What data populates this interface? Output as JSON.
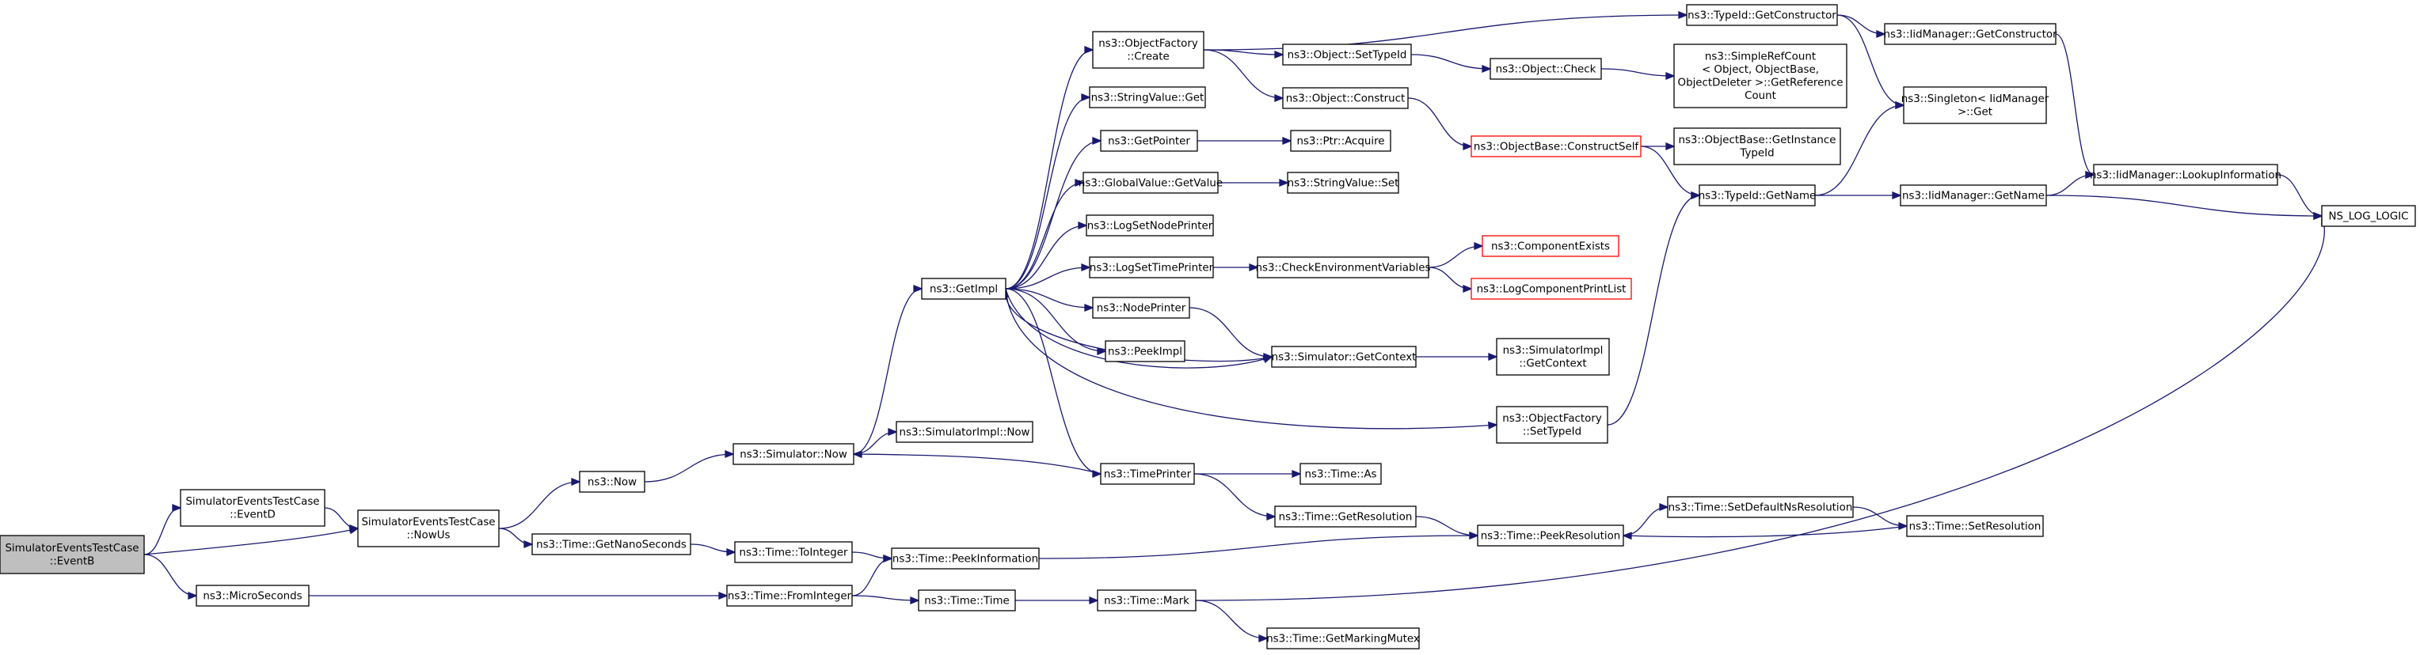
{
  "nodes": [
    {
      "id": "eventB",
      "lines": [
        "SimulatorEventsTestCase",
        "::EventB"
      ],
      "style": "root"
    },
    {
      "id": "eventD",
      "lines": [
        "SimulatorEventsTestCase",
        "::EventD"
      ]
    },
    {
      "id": "nowUs",
      "lines": [
        "SimulatorEventsTestCase",
        "::NowUs"
      ]
    },
    {
      "id": "microSeconds",
      "lines": [
        "ns3::MicroSeconds"
      ]
    },
    {
      "id": "now",
      "lines": [
        "ns3::Now"
      ]
    },
    {
      "id": "getNanoSeconds",
      "lines": [
        "ns3::Time::GetNanoSeconds"
      ]
    },
    {
      "id": "simNow",
      "lines": [
        "ns3::Simulator::Now"
      ]
    },
    {
      "id": "toInteger",
      "lines": [
        "ns3::Time::ToInteger"
      ]
    },
    {
      "id": "fromInteger",
      "lines": [
        "ns3::Time::FromInteger"
      ]
    },
    {
      "id": "getImpl",
      "lines": [
        "ns3::GetImpl"
      ]
    },
    {
      "id": "simImplNow",
      "lines": [
        "ns3::SimulatorImpl::Now"
      ]
    },
    {
      "id": "peekInformation",
      "lines": [
        "ns3::Time::PeekInformation"
      ]
    },
    {
      "id": "timeTime",
      "lines": [
        "ns3::Time::Time"
      ]
    },
    {
      "id": "objFactoryCreate",
      "lines": [
        "ns3::ObjectFactory",
        "::Create"
      ]
    },
    {
      "id": "stringValueGet",
      "lines": [
        "ns3::StringValue::Get"
      ]
    },
    {
      "id": "getPointer",
      "lines": [
        "ns3::GetPointer"
      ]
    },
    {
      "id": "globalValueGetValue",
      "lines": [
        "ns3::GlobalValue::GetValue"
      ]
    },
    {
      "id": "logSetNodePrinter",
      "lines": [
        "ns3::LogSetNodePrinter"
      ]
    },
    {
      "id": "logSetTimePrinter",
      "lines": [
        "ns3::LogSetTimePrinter"
      ]
    },
    {
      "id": "nodePrinter",
      "lines": [
        "ns3::NodePrinter"
      ]
    },
    {
      "id": "peekImpl",
      "lines": [
        "ns3::PeekImpl"
      ]
    },
    {
      "id": "timePrinter",
      "lines": [
        "ns3::TimePrinter"
      ]
    },
    {
      "id": "timeMark",
      "lines": [
        "ns3::Time::Mark"
      ]
    },
    {
      "id": "objSetTypeId",
      "lines": [
        "ns3::Object::SetTypeId"
      ]
    },
    {
      "id": "objConstruct",
      "lines": [
        "ns3::Object::Construct"
      ]
    },
    {
      "id": "ptrAcquire",
      "lines": [
        "ns3::Ptr::Acquire"
      ]
    },
    {
      "id": "stringValueSet",
      "lines": [
        "ns3::StringValue::Set"
      ]
    },
    {
      "id": "checkEnvVars",
      "lines": [
        "ns3::CheckEnvironmentVariables"
      ]
    },
    {
      "id": "simGetContext",
      "lines": [
        "ns3::Simulator::GetContext"
      ]
    },
    {
      "id": "timeAs",
      "lines": [
        "ns3::Time::As"
      ]
    },
    {
      "id": "timeGetResolution",
      "lines": [
        "ns3::Time::GetResolution"
      ]
    },
    {
      "id": "getMarkingMutex",
      "lines": [
        "ns3::Time::GetMarkingMutex"
      ]
    },
    {
      "id": "typeIdGetConstructor",
      "lines": [
        "ns3::TypeId::GetConstructor"
      ]
    },
    {
      "id": "objCheck",
      "lines": [
        "ns3::Object::Check"
      ]
    },
    {
      "id": "objBaseConstructSelf",
      "lines": [
        "ns3::ObjectBase::ConstructSelf"
      ],
      "style": "red"
    },
    {
      "id": "componentExists",
      "lines": [
        "ns3::ComponentExists"
      ],
      "style": "red"
    },
    {
      "id": "logComponentPrintList",
      "lines": [
        "ns3::LogComponentPrintList"
      ],
      "style": "red"
    },
    {
      "id": "simImplGetContext",
      "lines": [
        "ns3::SimulatorImpl",
        "::GetContext"
      ]
    },
    {
      "id": "objFactorySetTypeId",
      "lines": [
        "ns3::ObjectFactory",
        "::SetTypeId"
      ]
    },
    {
      "id": "timePeekResolution",
      "lines": [
        "ns3::Time::PeekResolution"
      ]
    },
    {
      "id": "simpleRefCount",
      "lines": [
        "ns3::SimpleRefCount",
        "< Object, ObjectBase,",
        "ObjectDeleter >::GetReference",
        "Count"
      ]
    },
    {
      "id": "objBaseGetInstanceTypeId",
      "lines": [
        "ns3::ObjectBase::GetInstance",
        "TypeId"
      ]
    },
    {
      "id": "typeIdGetName",
      "lines": [
        "ns3::TypeId::GetName"
      ]
    },
    {
      "id": "setDefaultNsRes",
      "lines": [
        "ns3::Time::SetDefaultNsResolution"
      ]
    },
    {
      "id": "iidGetConstructor",
      "lines": [
        "ns3::IidManager::GetConstructor"
      ]
    },
    {
      "id": "singletonGet",
      "lines": [
        "ns3::Singleton< IidManager",
        " >::Get"
      ]
    },
    {
      "id": "iidGetName",
      "lines": [
        "ns3::IidManager::GetName"
      ]
    },
    {
      "id": "timeSetResolution",
      "lines": [
        "ns3::Time::SetResolution"
      ]
    },
    {
      "id": "iidLookupInfo",
      "lines": [
        "ns3::IidManager::LookupInformation"
      ]
    },
    {
      "id": "nsLogLogic",
      "lines": [
        "NS_LOG_LOGIC"
      ]
    }
  ],
  "edges": [
    [
      "eventB",
      "eventD"
    ],
    [
      "eventB",
      "nowUs"
    ],
    [
      "eventB",
      "microSeconds"
    ],
    [
      "eventD",
      "nowUs"
    ],
    [
      "nowUs",
      "now"
    ],
    [
      "nowUs",
      "getNanoSeconds"
    ],
    [
      "microSeconds",
      "fromInteger"
    ],
    [
      "now",
      "simNow"
    ],
    [
      "getNanoSeconds",
      "toInteger"
    ],
    [
      "simNow",
      "getImpl"
    ],
    [
      "simNow",
      "simImplNow"
    ],
    [
      "toInteger",
      "peekInformation"
    ],
    [
      "fromInteger",
      "peekInformation"
    ],
    [
      "fromInteger",
      "timeTime"
    ],
    [
      "getImpl",
      "objFactoryCreate"
    ],
    [
      "getImpl",
      "stringValueGet"
    ],
    [
      "getImpl",
      "getPointer"
    ],
    [
      "getImpl",
      "globalValueGetValue"
    ],
    [
      "getImpl",
      "logSetNodePrinter"
    ],
    [
      "getImpl",
      "logSetTimePrinter"
    ],
    [
      "getImpl",
      "nodePrinter"
    ],
    [
      "getImpl",
      "peekImpl"
    ],
    [
      "getImpl",
      "timePrinter"
    ],
    [
      "getImpl",
      "simGetContext"
    ],
    [
      "getImpl",
      "objFactorySetTypeId"
    ],
    [
      "peekInformation",
      "timePeekResolution"
    ],
    [
      "timeTime",
      "timeMark"
    ],
    [
      "objFactoryCreate",
      "typeIdGetConstructor"
    ],
    [
      "objFactoryCreate",
      "objSetTypeId"
    ],
    [
      "objFactoryCreate",
      "objConstruct"
    ],
    [
      "getPointer",
      "ptrAcquire"
    ],
    [
      "globalValueGetValue",
      "stringValueSet"
    ],
    [
      "logSetTimePrinter",
      "checkEnvVars"
    ],
    [
      "nodePrinter",
      "simGetContext"
    ],
    [
      "timePrinter",
      "simNow"
    ],
    [
      "timePrinter",
      "timeAs"
    ],
    [
      "timePrinter",
      "timeGetResolution"
    ],
    [
      "timeMark",
      "getMarkingMutex"
    ],
    [
      "timeMark",
      "nsLogLogic"
    ],
    [
      "objSetTypeId",
      "objCheck"
    ],
    [
      "objConstruct",
      "objBaseConstructSelf"
    ],
    [
      "checkEnvVars",
      "componentExists"
    ],
    [
      "checkEnvVars",
      "logComponentPrintList"
    ],
    [
      "simGetContext",
      "getImpl"
    ],
    [
      "simGetContext",
      "simImplGetContext"
    ],
    [
      "timeGetResolution",
      "timePeekResolution"
    ],
    [
      "typeIdGetConstructor",
      "iidGetConstructor"
    ],
    [
      "typeIdGetConstructor",
      "singletonGet"
    ],
    [
      "objCheck",
      "simpleRefCount"
    ],
    [
      "objBaseConstructSelf",
      "objBaseGetInstanceTypeId"
    ],
    [
      "objBaseConstructSelf",
      "typeIdGetName"
    ],
    [
      "objFactorySetTypeId",
      "typeIdGetName"
    ],
    [
      "timePeekResolution",
      "setDefaultNsRes"
    ],
    [
      "typeIdGetName",
      "singletonGet"
    ],
    [
      "typeIdGetName",
      "iidGetName"
    ],
    [
      "setDefaultNsRes",
      "timeSetResolution"
    ],
    [
      "timeSetResolution",
      "timePeekResolution"
    ],
    [
      "iidGetConstructor",
      "iidLookupInfo"
    ],
    [
      "iidGetName",
      "iidLookupInfo"
    ],
    [
      "iidGetName",
      "nsLogLogic"
    ],
    [
      "iidLookupInfo",
      "nsLogLogic"
    ]
  ]
}
